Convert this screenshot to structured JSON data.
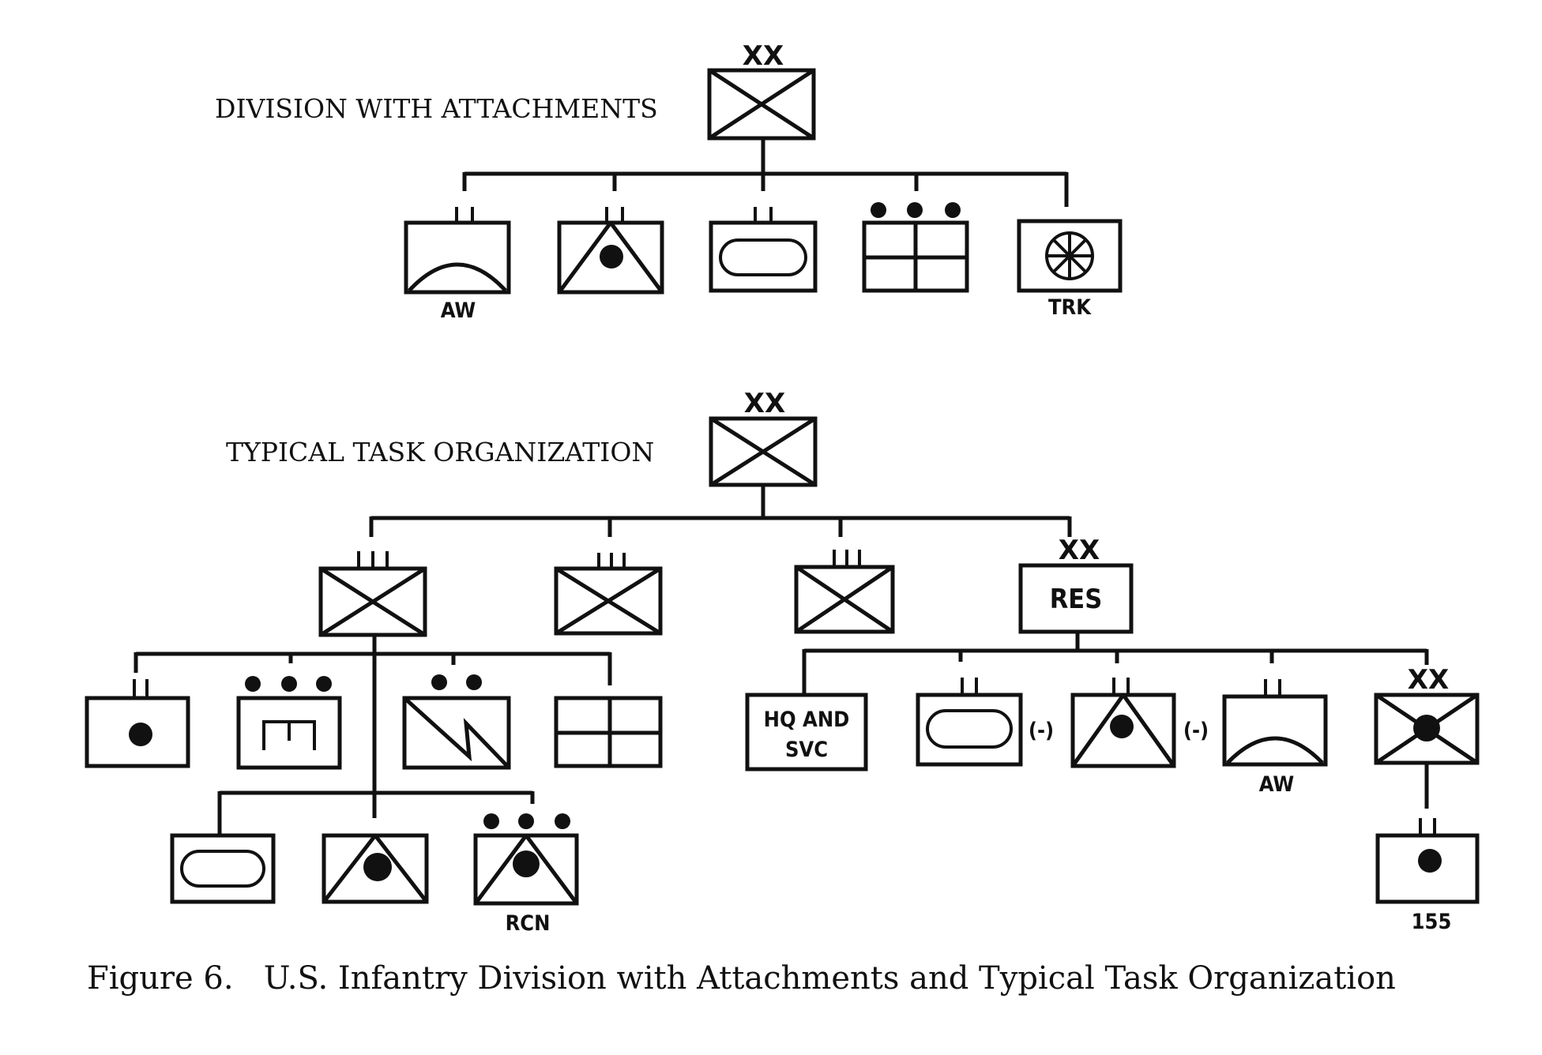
{
  "texts": {
    "top_title": "DIVISION WITH ATTACHMENTS",
    "bottom_title": "TYPICAL TASK ORGANIZATION",
    "caption": "Figure 6.   U.S. Infantry Division with Attachments and Typical Task Organization",
    "echelon_division": "XX",
    "label_aw": "AW",
    "label_trk": "TRK",
    "label_res": "RES",
    "label_hq_line1": "HQ AND",
    "label_hq_line2": "SVC",
    "label_minus": "(-)",
    "label_rcn": "RCN",
    "label_155": "155"
  }
}
